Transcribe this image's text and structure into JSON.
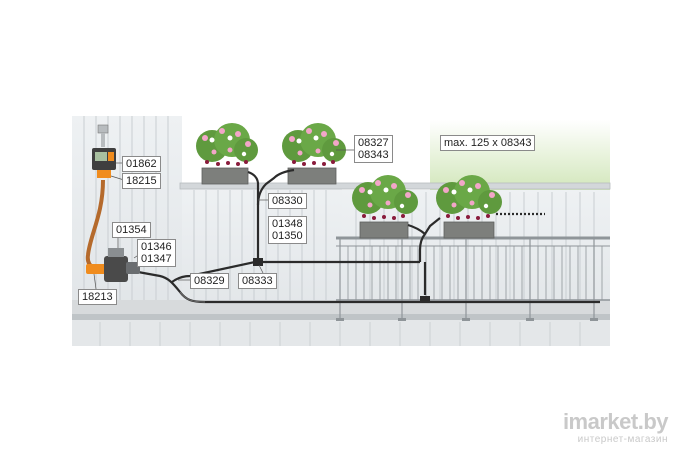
{
  "labels": {
    "p01862": "01862",
    "p18215": "18215",
    "p01354": "01354",
    "p01346": "01346",
    "p01347": "01347",
    "p18213": "18213",
    "p08329": "08329",
    "p08333": "08333",
    "p08330": "08330",
    "p01348": "01348",
    "p01350": "01350",
    "p08327": "08327",
    "p08343": "08343",
    "max": "max. 125 x 08343"
  },
  "watermark": {
    "brand": "imarket.by",
    "tagline": "интернет-магазин"
  },
  "colors": {
    "wall": "#e9ecee",
    "siding_line": "#c9ced2",
    "terrace": "#bfc4c7",
    "hose_main": "#2b2b2b",
    "hose_supply": "#b56a2c",
    "planter": "#7d7f7c",
    "foliage": "#5f9a3e",
    "flowers": "#f2a6c8",
    "rail": "#8f9599"
  }
}
